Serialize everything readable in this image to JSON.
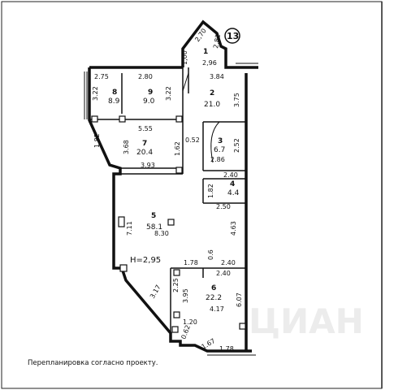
{
  "sheet": {
    "badge": "13",
    "caption": "Перепланировка согласно проекту.",
    "watermark": "ЦИАН"
  },
  "rooms": [
    {
      "id": "1",
      "area": ""
    },
    {
      "id": "2",
      "area": "21.0"
    },
    {
      "id": "3",
      "area": "6.7"
    },
    {
      "id": "4",
      "area": "4.4"
    },
    {
      "id": "5",
      "area": "58.1"
    },
    {
      "id": "6",
      "area": "22.2"
    },
    {
      "id": "7",
      "area": "20.4"
    },
    {
      "id": "8",
      "area": "8.9"
    },
    {
      "id": "9",
      "area": "9.0"
    }
  ],
  "height_label": "H=2,95",
  "dimensions": [
    "2,70",
    "2,82",
    "1,00",
    "2,96",
    "2.75",
    "2.80",
    "3.84",
    "3.22",
    "3.22",
    "3.75",
    "5.55",
    "0.52",
    "3.68",
    "1.62",
    "2.52",
    "1.82",
    "2.86",
    "3.93",
    "2.40",
    "1.82",
    "2.50",
    "7.11",
    "8.30",
    "4.63",
    "0.6",
    "1.78",
    "2.40",
    "2.40",
    "2.25",
    "3.95",
    "3.17",
    "6.07",
    "4.17",
    "1.20",
    "0.62",
    "1.67",
    "1.78"
  ]
}
